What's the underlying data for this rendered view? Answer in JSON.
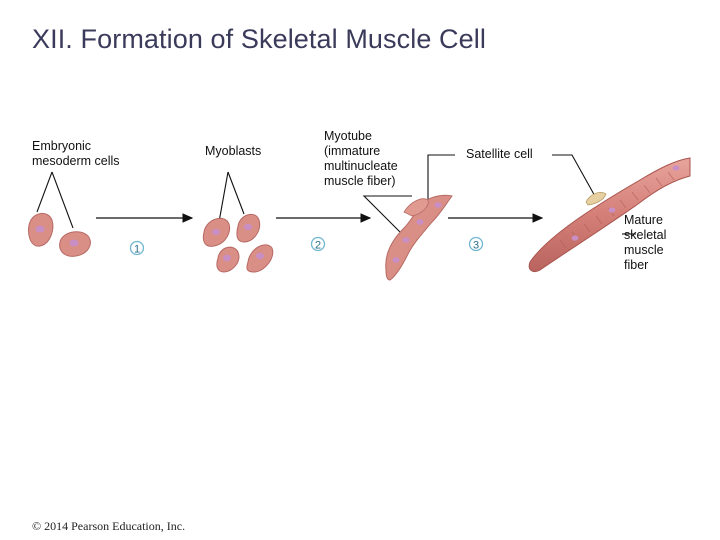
{
  "slide": {
    "title": "XII. Formation of Skeletal Muscle Cell",
    "copyright": "© 2014 Pearson Education, Inc."
  },
  "labels": {
    "embryonic": "Embryonic\nmesoderm cells",
    "myoblasts": "Myoblasts",
    "myotube": "Myotube\n(immature\nmultinucleate\nmuscle fiber)",
    "satellite": "Satellite cell",
    "mature": "Mature\nskeletal\nmuscle\nfiber"
  },
  "steps": [
    "1",
    "2",
    "3"
  ],
  "colors": {
    "cell_fill": "#d98e86",
    "cell_edge": "#b76a64",
    "nucleus": "#c98fc4",
    "fiber": "#d47f78",
    "satellite": "#e6cfa0",
    "step_circle": "#6fb6cf",
    "arrow": "#111111"
  }
}
